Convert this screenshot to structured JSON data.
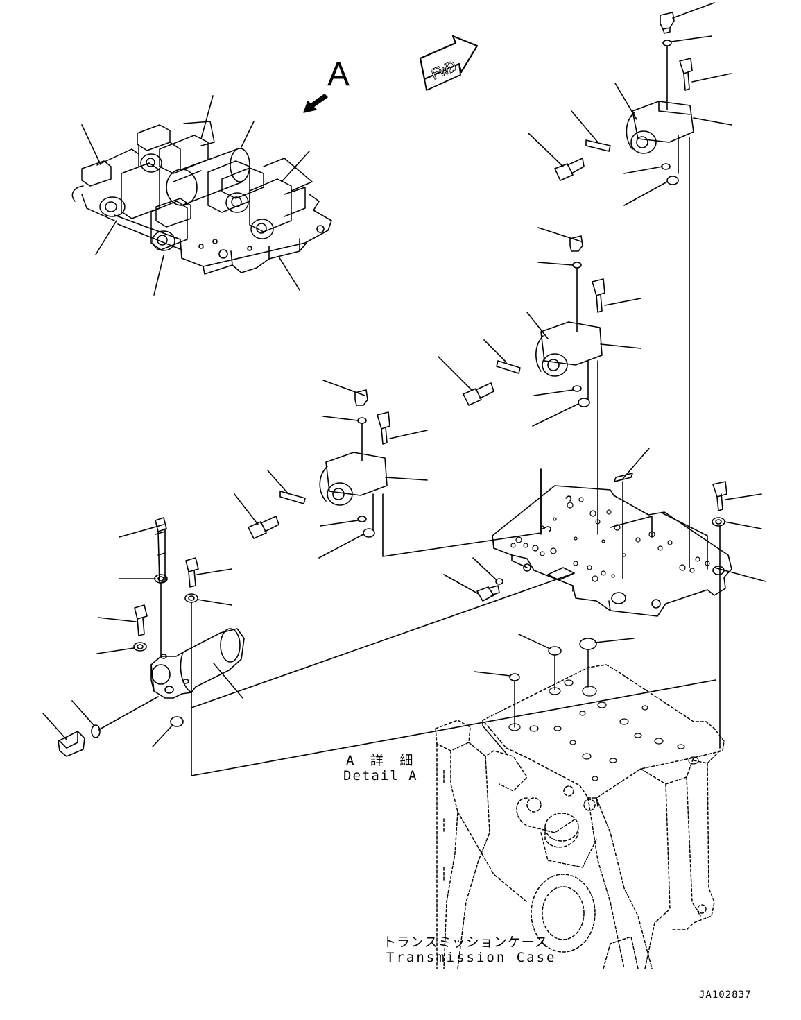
{
  "labels": {
    "view_letter": "A",
    "fwd": "FWD",
    "detail_jp": "A 詳 細",
    "detail_en": "Detail A",
    "transmission_jp": "トランスミッションケース",
    "transmission_en": "Transmission Case",
    "drawing_number": "JA102837"
  },
  "icons": [
    "fwd-arrow-icon",
    "view-direction-arrow-icon"
  ],
  "colors": {
    "line": "#000000",
    "background": "#ffffff"
  }
}
